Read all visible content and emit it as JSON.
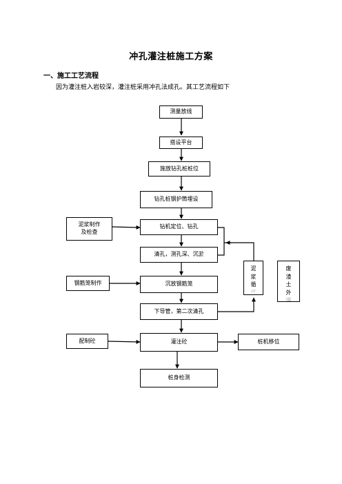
{
  "title": "冲孔灌注桩施工方案",
  "section": {
    "heading": "一、施工工艺流程",
    "intro": "因为灌注桩入岩较深，灌注桩采用冲孔法成孔。其工艺流程如下"
  },
  "flow": {
    "main": [
      "测量放线",
      "搭设平台",
      "施放钻孔桩桩位",
      "钻孔桩钢护筒埋设",
      "钻机定位、钻孔",
      "清孔，测孔深、沉淤",
      "沉放钢筋笼",
      "下导管，第二次清孔",
      "灌注砼",
      "桩身检测"
    ],
    "left": [
      "泥浆制作",
      "及检查",
      "钢筋笼制作",
      "配制砼"
    ],
    "right": "桩机移位",
    "mud_cycle": [
      "泥",
      "浆",
      "循",
      "cr"
    ],
    "waste": [
      "废",
      "渣",
      "土",
      "外",
      "运"
    ]
  }
}
